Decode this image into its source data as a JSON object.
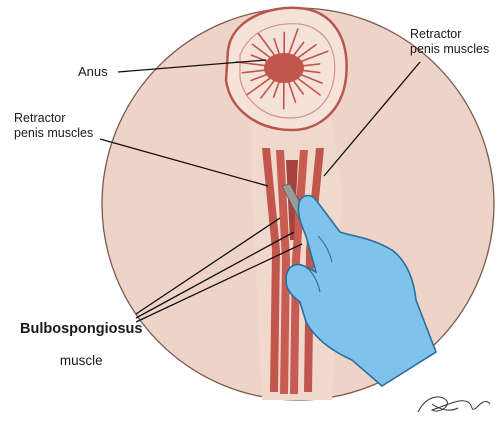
{
  "labels": {
    "anus": "Anus",
    "retractor_right": "Retractor\npenis muscles",
    "retractor_left": "Retractor\npenis muscles",
    "bulbospongiosus_title": "Bulbospongiosus",
    "bulbospongiosus_sub": "muscle"
  },
  "signature": "Sienna Melli",
  "colors": {
    "skin": "#eed3c8",
    "skin_edge": "#7d5a4e",
    "tissue": "#f6e2d9",
    "muscle": "#c0564c",
    "muscle_dark": "#a5443c",
    "glove": "#7fc3ec",
    "glove_edge": "#2b6f9e",
    "scalpel": "#8a8a8a",
    "leader_line": "#111111"
  }
}
